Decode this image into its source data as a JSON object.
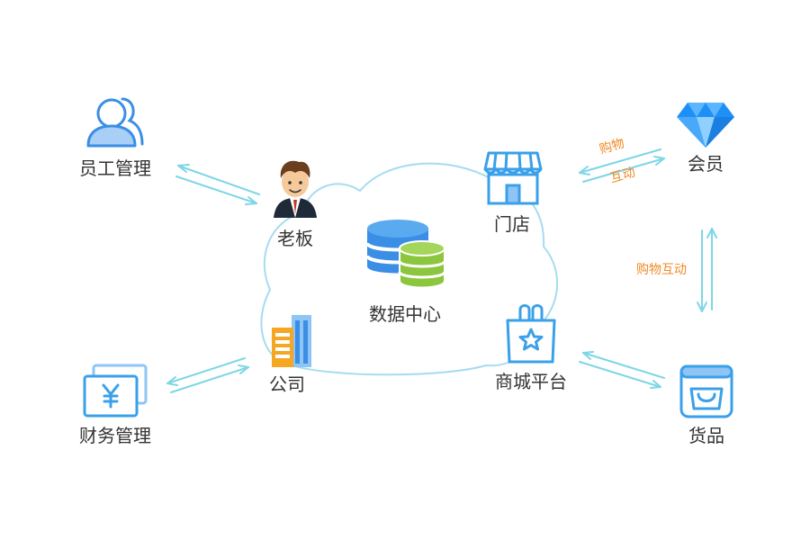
{
  "colors": {
    "primary_blue": "#3a8ee6",
    "light_blue": "#8ec5f5",
    "arrow": "#7ed6e6",
    "cloud_stroke": "#a6dcef",
    "green": "#8cc63e",
    "orange": "#f08a24",
    "text": "#333333"
  },
  "nodes": {
    "staff": {
      "label": "员工管理",
      "icon": "users-icon"
    },
    "boss": {
      "label": "老板",
      "icon": "businessman-avatar-icon"
    },
    "finance": {
      "label": "财务管理",
      "icon": "money-yen-icon"
    },
    "company": {
      "label": "公司",
      "icon": "office-building-icon"
    },
    "data_center": {
      "label": "数据中心",
      "icon": "database-icon"
    },
    "store": {
      "label": "门店",
      "icon": "storefront-icon"
    },
    "mall": {
      "label": "商城平台",
      "icon": "shopping-bag-star-icon"
    },
    "member": {
      "label": "会员",
      "icon": "diamond-icon"
    },
    "goods": {
      "label": "货品",
      "icon": "bag-box-icon"
    }
  },
  "edges": {
    "store_member_top": "购物",
    "store_member_bottom": "互动",
    "member_goods": "购物互动"
  }
}
